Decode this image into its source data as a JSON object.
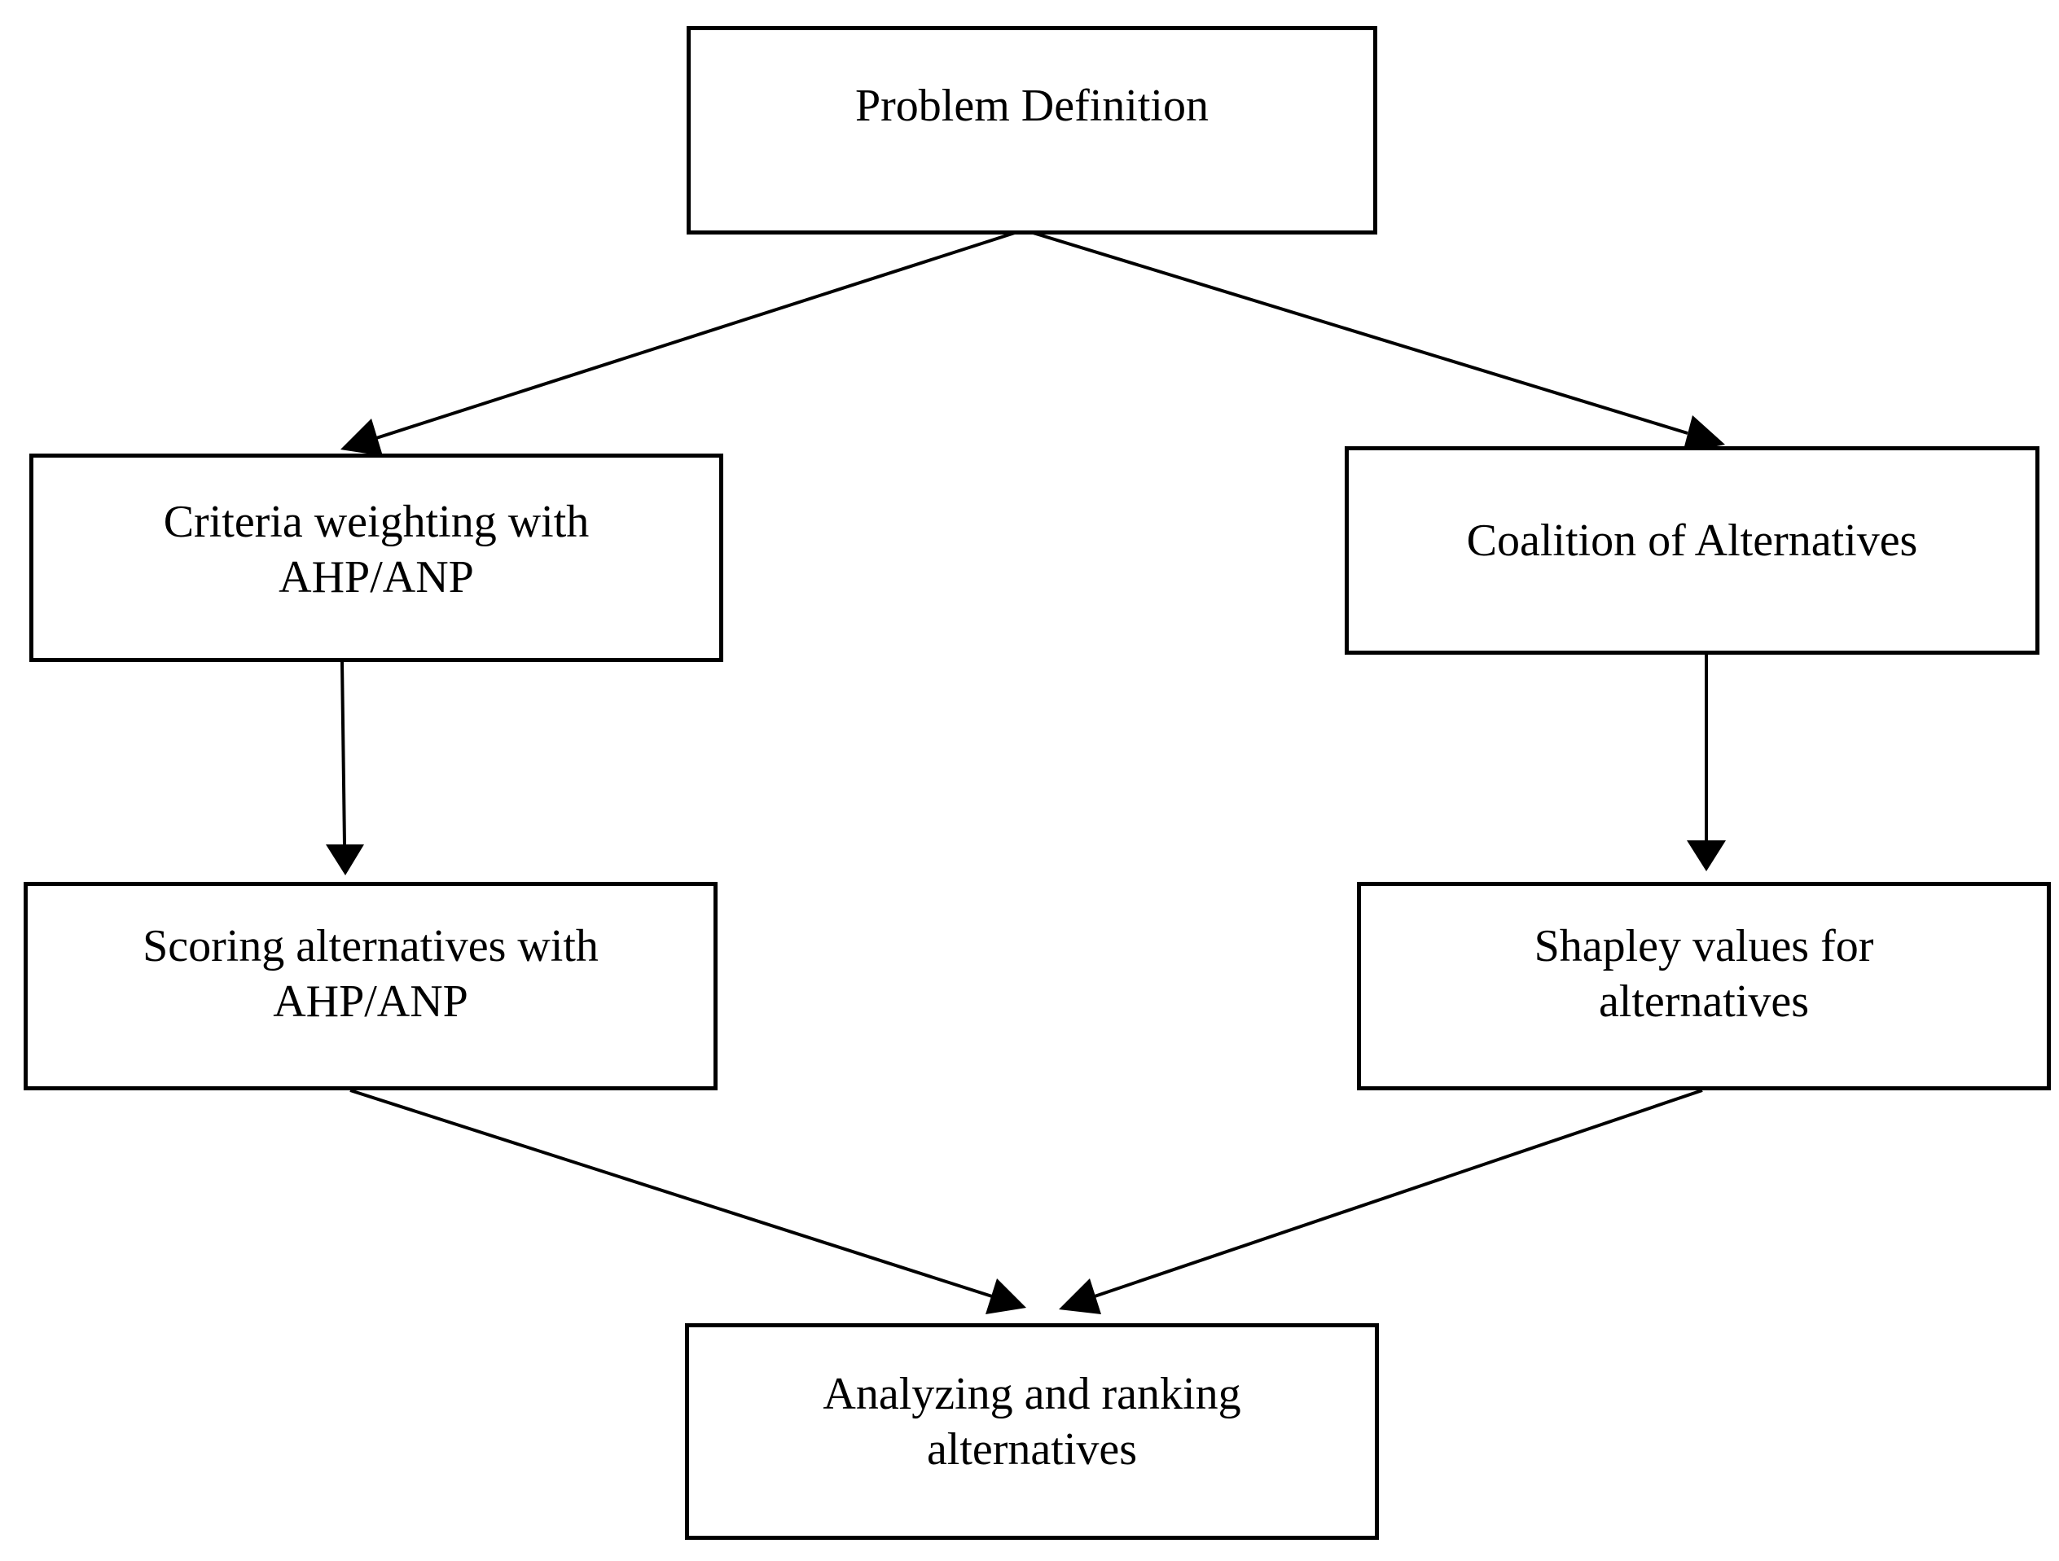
{
  "diagram": {
    "nodes": [
      {
        "id": "problem-definition",
        "lines": [
          "Problem Definition"
        ]
      },
      {
        "id": "criteria-weighting",
        "lines": [
          "Criteria weighting with",
          "AHP/ANP"
        ]
      },
      {
        "id": "coalition",
        "lines": [
          "Coalition of Alternatives"
        ]
      },
      {
        "id": "scoring",
        "lines": [
          "Scoring alternatives with",
          "AHP/ANP"
        ]
      },
      {
        "id": "shapley",
        "lines": [
          "Shapley values for",
          "alternatives"
        ]
      },
      {
        "id": "analyzing",
        "lines": [
          "Analyzing and ranking",
          "alternatives"
        ]
      }
    ],
    "edges": [
      {
        "from": "problem-definition",
        "to": "criteria-weighting"
      },
      {
        "from": "problem-definition",
        "to": "coalition"
      },
      {
        "from": "criteria-weighting",
        "to": "scoring"
      },
      {
        "from": "coalition",
        "to": "shapley"
      },
      {
        "from": "scoring",
        "to": "analyzing"
      },
      {
        "from": "shapley",
        "to": "analyzing"
      }
    ],
    "colors": {
      "stroke": "#000000",
      "fill": "#ffffff",
      "text": "#000000"
    }
  }
}
